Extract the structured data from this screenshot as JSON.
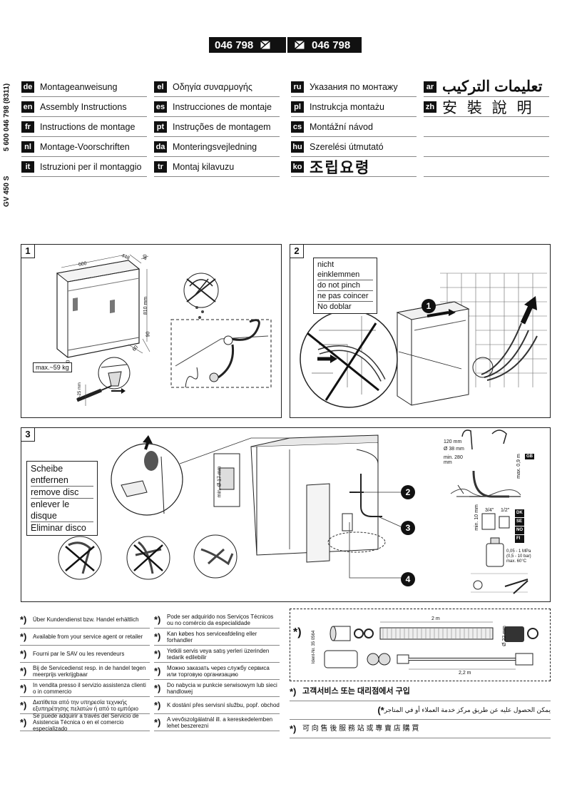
{
  "header": {
    "code_left": "046 798",
    "code_right": "046 798",
    "side_code": "5 600 046 798 (8311)",
    "side_model": "GV 450 S"
  },
  "languages": {
    "col1": [
      {
        "code": "de",
        "label": "Montageanweisung"
      },
      {
        "code": "en",
        "label": "Assembly Instructions"
      },
      {
        "code": "fr",
        "label": "Instructions de montage"
      },
      {
        "code": "nl",
        "label": "Montage-Voorschriften"
      },
      {
        "code": "it",
        "label": "Istruzioni per il montaggio"
      }
    ],
    "col2": [
      {
        "code": "el",
        "label": "Οδηγία συναρμογής"
      },
      {
        "code": "es",
        "label": "Instrucciones de montaje"
      },
      {
        "code": "pt",
        "label": "Instruções de montagem"
      },
      {
        "code": "da",
        "label": "Monteringsvejledning"
      },
      {
        "code": "tr",
        "label": "Montaj kilavuzu"
      }
    ],
    "col3": [
      {
        "code": "ru",
        "label": "Указания по монтажу"
      },
      {
        "code": "pl",
        "label": "Instrukcja montażu"
      },
      {
        "code": "cs",
        "label": "Montážní návod"
      },
      {
        "code": "hu",
        "label": "Szerelési útmutató"
      },
      {
        "code": "ko",
        "label": "조립요령"
      }
    ],
    "col4": [
      {
        "code": "ar",
        "label": "تعليمات التركيب"
      },
      {
        "code": "zh",
        "label": "安 裝 說 明"
      },
      {
        "code": "",
        "label": ""
      },
      {
        "code": "",
        "label": ""
      },
      {
        "code": "",
        "label": ""
      }
    ]
  },
  "panel1": {
    "number": "1",
    "dim_width": "600",
    "dim_depth": "448",
    "dim_top": "40",
    "dim_height": "810 mm",
    "dim_a": "90",
    "dim_b": "90",
    "dim_c": "60",
    "max_weight": "max.~59 kg",
    "adjust": "0-25 mm"
  },
  "panel2": {
    "number": "2",
    "note": [
      "nicht einklemmen",
      "do not pinch",
      "ne pas coincer",
      "No doblar"
    ],
    "step": "1"
  },
  "panel3": {
    "number": "3",
    "note": [
      "Scheibe entfernen",
      "remove disc",
      "enlever le disque",
      "Eliminar disco"
    ],
    "min_label": "min. Ø 17 mm",
    "callouts": [
      "2",
      "3",
      "4"
    ],
    "siphon": {
      "a": "120 mm",
      "b": "Ø 38 mm",
      "c": "min. 280 mm",
      "d": "max. 0,9 m",
      "gb": "GB"
    },
    "thread": {
      "min": "min. 10 mm",
      "t1": "3/4\"",
      "t2": "1/2\"",
      "countries": [
        "DK",
        "SE",
        "NO",
        "FI"
      ]
    },
    "pressure": "0,05 - 1 MPa\n(0,5 - 10 bar)\nmax. 60°C"
  },
  "footnotes": {
    "col1": [
      "Über Kundendienst bzw. Handel erhältlich",
      "Available from your service agent or retailer",
      "Fourni par le SAV ou les revendeurs",
      "Bij de Servicedienst resp. in de handel tegen meerprijs verkrijgbaar",
      "In vendita presso il servizio assistenza clienti o in commercio",
      "Διατίθεται από την υπηρεσία τεχνικής εξυπηρέτησης πελατών ή από το εμπόριο",
      "Se puede adquirir a través del Servicio de Asistencia Técnica o en el comercio especializado"
    ],
    "col2": [
      "Pode ser adquirido nos Serviços Técnicos ou no comércio da especialidade",
      "Kan købes hos serviceafdeling eller forhandler",
      "Yetkili servis veya satış yerleri üzerinden tedarik edilebilir",
      "Можно заказать через службу сервиса или торговую организацию",
      "Do nabycia w punkcie serwisowym lub sieci handlowej",
      "K dostání přes servisní službu, popř. obchod",
      "A vevőszolgálatnál ill. a kereskedelemben lehet beszerezni"
    ],
    "col3": [
      "고객서비스 또는 대리점에서 구입",
      "يمكن الحصول عليه عن طريق مركز خدمة العملاء أو في المتاجر",
      "可 向 售 後 服 務 站 或 專 賣 店 購 買"
    ],
    "accessory": {
      "ident": "Ident-Nr. 35 0564",
      "len1": "2 m",
      "len2": "2,2 m",
      "dia": "Ø 22 mm"
    }
  }
}
